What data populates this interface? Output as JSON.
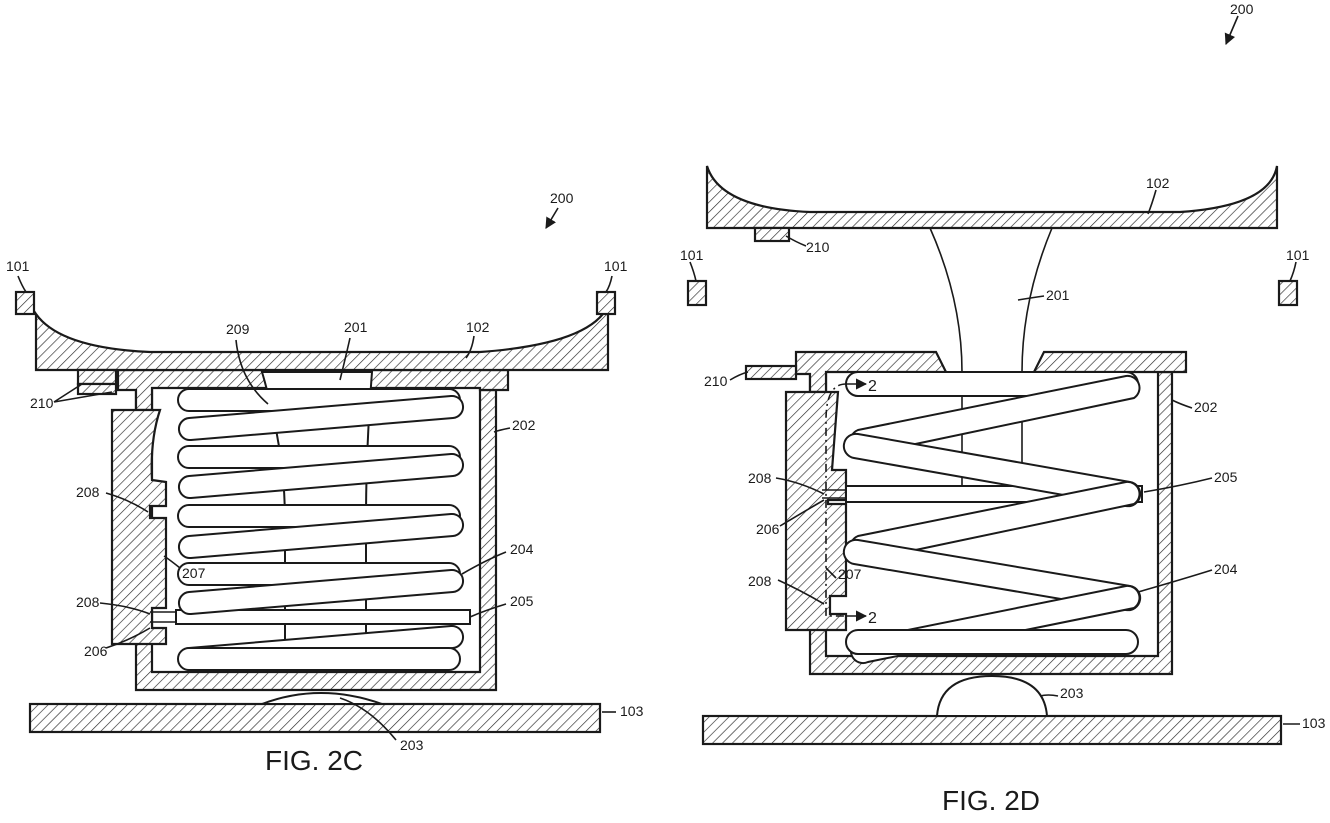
{
  "figure_2c": {
    "caption": "FIG. 2C",
    "labels": {
      "assembly": "200",
      "key_left": "101",
      "key_right": "101",
      "plunger": "201",
      "keycap": "102",
      "spring_top": "209",
      "housing": "202",
      "magnet": "210",
      "detent_upper": "208",
      "latch": "207",
      "spring": "204",
      "detent_lower": "208",
      "plate": "205",
      "pin": "206",
      "dome": "203",
      "base": "103"
    }
  },
  "figure_2d": {
    "caption": "FIG. 2D",
    "labels": {
      "assembly": "200",
      "keycap": "102",
      "magnet_top": "210",
      "key_left": "101",
      "key_right": "101",
      "plunger": "201",
      "magnet_side": "210",
      "housing": "202",
      "detent_upper": "208",
      "plate": "205",
      "pin": "206",
      "detent_lower": "208",
      "latch": "207",
      "spring": "204",
      "dome": "203",
      "base": "103",
      "section_top": "2",
      "section_bottom": "2"
    }
  }
}
